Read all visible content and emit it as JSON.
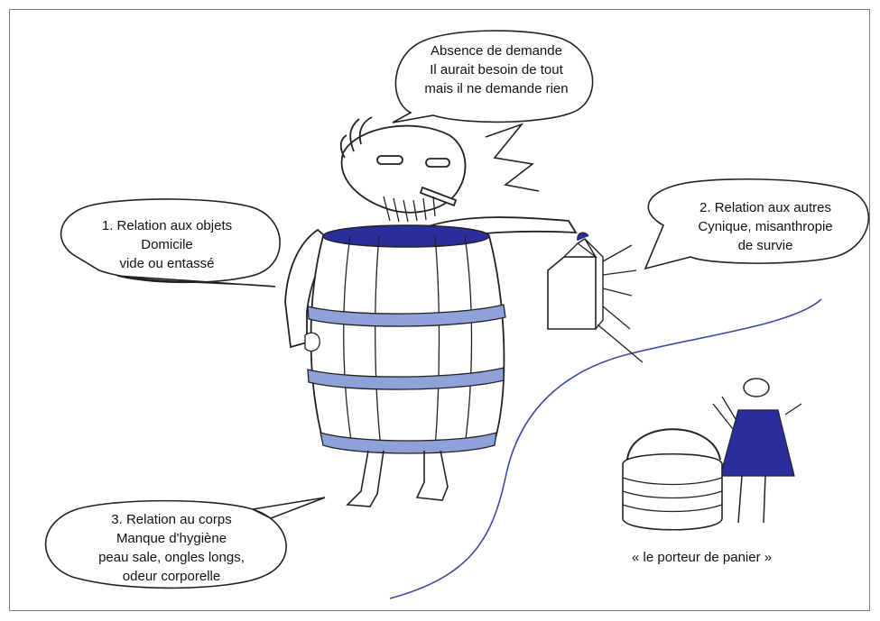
{
  "colors": {
    "accent_blue": "#2b2f9e",
    "band_blue": "#8ea2d9",
    "line": "#222222",
    "wave": "#3a4aa0"
  },
  "bubbles": {
    "top": {
      "lines": [
        "Absence de demande",
        "Il aurait besoin de tout",
        "mais il ne demande rien"
      ]
    },
    "objects": {
      "lines": [
        "1. Relation aux objets",
        "Domicile",
        "vide ou entassé"
      ]
    },
    "others": {
      "lines": [
        "2. Relation aux autres",
        "Cynique, misanthropie",
        "de survie"
      ]
    },
    "body": {
      "lines": [
        "3. Relation au corps",
        "Manque d'hygiène",
        "peau sale, ongles longs,",
        "odeur corporelle"
      ]
    }
  },
  "caption": "« le porteur de panier »"
}
